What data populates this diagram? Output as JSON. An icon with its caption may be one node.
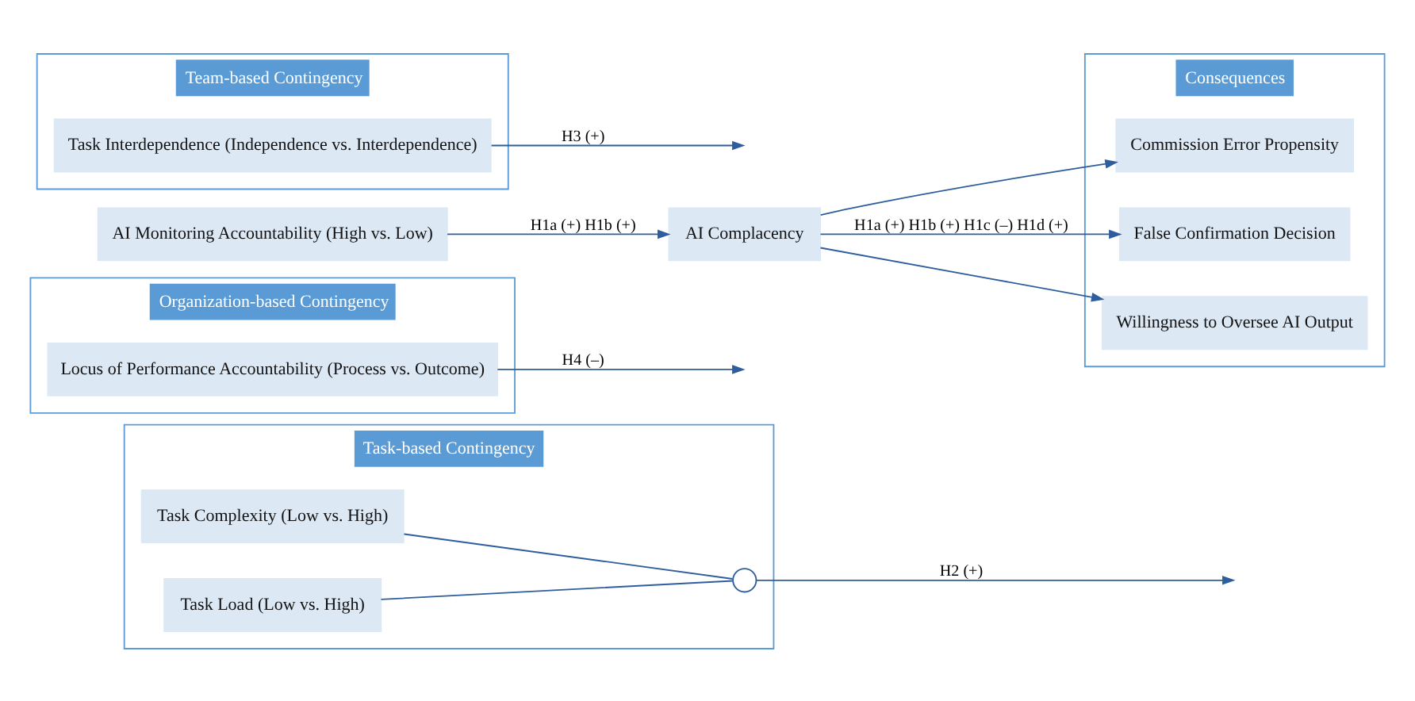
{
  "diagram": {
    "nodes": [
      {
        "text": [
          "Task-based Contingency"
        ]
      },
      {
        "text": [
          "Task Complexity (Low vs. High)"
        ],
        "in": 0
      },
      {
        "text": [
          "Task Load (Low vs. High)"
        ],
        "in": 0
      },
      {
        "text": [],
        "shape": "circle",
        "in": 0
      },
      {
        "text": [
          "Organization-based Contingency"
        ]
      },
      {
        "text": [
          "Locus of Performance Accountability (Process vs. Outcome)"
        ],
        "in": 4
      },
      {
        "text": [
          "AI Monitoring Accountability (High vs. Low)"
        ]
      },
      {
        "text": [
          "AI Complacency"
        ]
      },
      {
        "text": [
          "Consequences"
        ]
      },
      {
        "text": [
          "Commission Error Propensity"
        ],
        "in": 8
      },
      {
        "text": [
          "False Confirmation Decision"
        ],
        "in": 8
      },
      {
        "text": [
          "Willingness to Oversee AI Output"
        ],
        "in": 8
      },
      {
        "text": [
          "Team-based Contingency"
        ]
      },
      {
        "text": [
          "Task Interdependence (Independence vs. Interdependence)"
        ],
        "in": 12
      }
    ],
    "edges": [
      {
        "from": 1,
        "to": 3,
        "arrow": "none"
      },
      {
        "from": 2,
        "to": 3,
        "arrow": "none"
      },
      {
        "from": 3,
        "to": null,
        "arrow": "to",
        "label": "H2 (+)"
      },
      {
        "from": 6,
        "to": 7,
        "arrow": "to",
        "label": "H1a (+) H1b (+)"
      },
      {
        "from": 7,
        "to": 9,
        "arrow": "to"
      },
      {
        "from": 7,
        "to": 10,
        "arrow": "to",
        "label": "H1a (+) H1b (+) H1c (–) H1d (+)"
      },
      {
        "from": 7,
        "to": 11,
        "arrow": "to"
      },
      {
        "from": 5,
        "to": null,
        "arrow": "to",
        "label": "H4 (–)"
      },
      {
        "from": 13,
        "to": null,
        "arrow": "to",
        "label": "H3 (+)"
      }
    ]
  }
}
